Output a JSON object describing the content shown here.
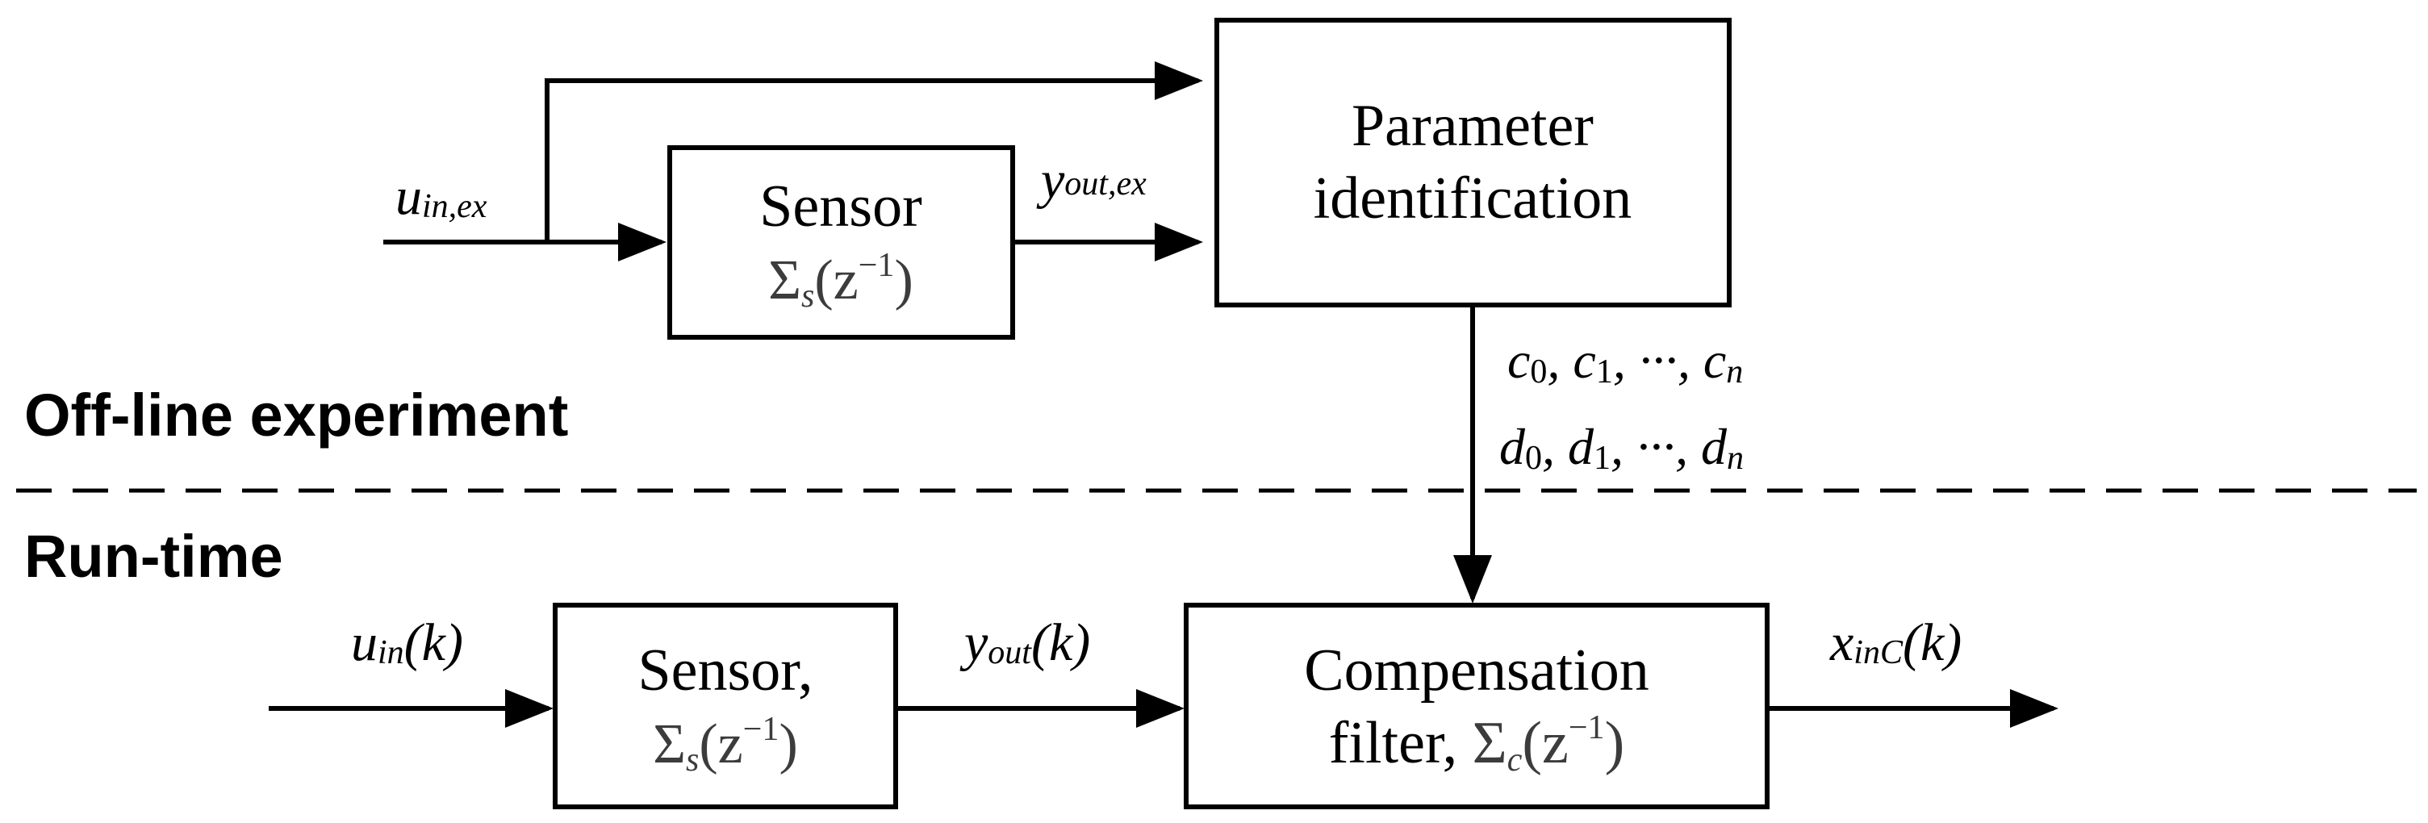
{
  "sections": {
    "offline": "Off-line experiment",
    "runtime": "Run-time"
  },
  "blocks": {
    "sensor_top": {
      "line1": "Sensor",
      "tf_sigma": "Σ",
      "tf_sub": "s",
      "tf_arg": "(z",
      "tf_exp": "−1",
      "tf_close": ")"
    },
    "param_id": {
      "line1": "Parameter",
      "line2": "identification"
    },
    "sensor_bottom": {
      "line1": "Sensor,",
      "tf_sigma": "Σ",
      "tf_sub": "s",
      "tf_arg": "(z",
      "tf_exp": "−1",
      "tf_close": ")"
    },
    "comp_filter": {
      "line1": "Compensation",
      "line2_pre": "filter, ",
      "tf_sigma": "Σ",
      "tf_sub": "c",
      "tf_arg": "(z",
      "tf_exp": "−1",
      "tf_close": ")"
    }
  },
  "signals": {
    "u_in_ex": {
      "base": "u",
      "sub": "in,ex"
    },
    "y_out_ex": {
      "base": "y",
      "sub": "out,ex"
    },
    "u_in_k": {
      "base": "u",
      "sub": "in",
      "arg": "(k)"
    },
    "y_out_k": {
      "base": "y",
      "sub": "out",
      "arg": "(k)"
    },
    "x_inC_k": {
      "base": "x",
      "sub": "inC",
      "arg": "(k)"
    }
  },
  "coefficients": {
    "c_line": [
      "c",
      "0",
      ", c",
      "1",
      ", ···, c",
      "n"
    ],
    "d_line": [
      "d",
      "0",
      ", d",
      "1",
      ", ···, d",
      "n"
    ]
  }
}
